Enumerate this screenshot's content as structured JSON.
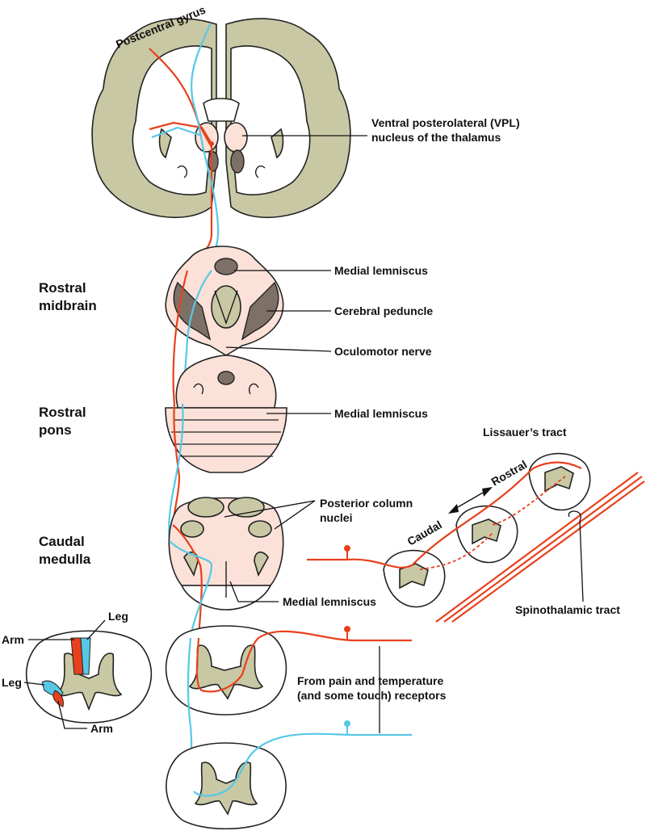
{
  "labels": {
    "postcentral": "Postcentral gyrus",
    "vpl_line1": "Ventral posterolateral (VPL)",
    "vpl_line2": "nucleus of the thalamus",
    "medial_lemniscus_1": "Medial lemniscus",
    "cerebral_peduncle": "Cerebral peduncle",
    "oculomotor": "Oculomotor nerve",
    "medial_lemniscus_2": "Medial lemniscus",
    "posterior_column_1": "Posterior column",
    "posterior_column_2": "nuclei",
    "medial_lemniscus_3": "Medial lemniscus",
    "receptors_1": "From pain and temperature",
    "receptors_2": "(and some touch) receptors",
    "lissauer": "Lissauer’s tract",
    "rostral_arrow": "Rostral",
    "caudal_arrow": "Caudal",
    "spinothalamic": "Spinothalamic tract"
  },
  "levels": {
    "midbrain_1": "Rostral",
    "midbrain_2": "midbrain",
    "pons_1": "Rostral",
    "pons_2": "pons",
    "medulla_1": "Caudal",
    "medulla_2": "medulla"
  },
  "somatotopy": {
    "leg_top": "Leg",
    "arm_top": "Arm",
    "leg_left": "Leg",
    "arm_bottom": "Arm"
  },
  "colors": {
    "pathway_red": "#e8401c",
    "pathway_cyan": "#56c8e6",
    "gray_matter": "#c9c8a5",
    "brainstem_pink": "#fbe1d8"
  }
}
